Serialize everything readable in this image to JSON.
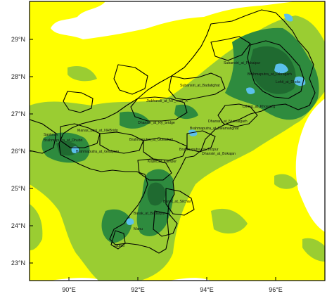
{
  "colors": {
    "frame": "#000000",
    "plot_background": "#ffffff",
    "level_1": "#ffff00",
    "level_2": "#9acd32",
    "level_3": "#2e8b3e",
    "level_4": "#1f6a30",
    "level_5": "#5bc0eb",
    "boundary": "#000000"
  },
  "map_extent": {
    "lon": [
      89,
      97.5
    ],
    "lat": [
      22.4,
      29.8
    ]
  },
  "axes": {
    "lat_ticks": [
      "23°N",
      "24°N",
      "25°N",
      "26°N",
      "27°N",
      "28°N",
      "29°N"
    ],
    "lon_ticks": [
      "90°E",
      "92°E",
      "94°E",
      "96°E"
    ]
  },
  "basin_labels": [
    "Subansiri_at_Pakaipur",
    "Brahmaputra_at_Dibrugarh",
    "Lohit_at_Dhola",
    "Subansiri_at_Badatighat",
    "Dihing_at_Khowang",
    "Jiabharali_at_NT_road_X",
    "Dhansiri_at_Numaligarh",
    "Dhansiri_at_Ry_bridge",
    "Brahmaputra_at_Neamatighat",
    "Manas_basi_at_NHBridg",
    "Sankosh",
    "Brahmaputra_at_Dhubri",
    "Brahmaputra_at_Guwahati",
    "Brahmaputra_at_Goalpara",
    "Brahmaputra_at_Tezpur",
    "Dhansiri_at_Bokajan",
    "Kopili_at_Kampur",
    "Barak_at_Silchar",
    "Barak_at_Badarpur",
    "Manu",
    "Gumti"
  ]
}
